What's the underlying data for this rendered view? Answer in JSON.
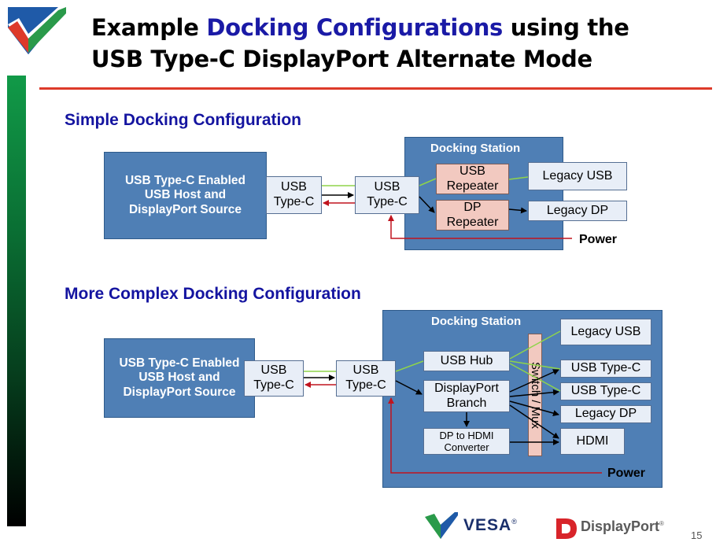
{
  "slide": {
    "title_line1_prefix": "Example ",
    "title_line1_highlight": "Docking Configurations",
    "title_line1_suffix": " using the",
    "title_line2": "USB Type-C DisplayPort Alternate Mode",
    "page_number": "15",
    "colors": {
      "accent_blue": "#1414a0",
      "box_blue": "#4f7fb5",
      "box_light": "#e8eef7",
      "box_pink": "#f2c9c0",
      "rule_red": "#dd3a2a",
      "signal_green": "#8fd44a",
      "power_red": "#c0141e"
    }
  },
  "simple": {
    "heading": "Simple Docking Configuration",
    "host": "USB Type-C Enabled\nUSB Host and\nDisplayPort Source",
    "host_port": "USB\nType-C",
    "station_label": "Docking Station",
    "station_port": "USB\nType-C",
    "usb_repeater": "USB\nRepeater",
    "dp_repeater": "DP\nRepeater",
    "legacy_usb": "Legacy USB",
    "legacy_dp": "Legacy DP",
    "power": "Power"
  },
  "complex": {
    "heading": "More Complex Docking Configuration",
    "host": "USB Type-C Enabled\nUSB Host and\nDisplayPort Source",
    "host_port": "USB\nType-C",
    "station_label": "Docking Station",
    "station_port": "USB\nType-C",
    "usb_hub": "USB Hub",
    "dp_branch": "DisplayPort\nBranch",
    "dp_to_hdmi": "DP to HDMI\nConverter",
    "switch_mux": "Switch / Mux",
    "legacy_usb": "Legacy USB",
    "usb_type_c_1": "USB Type-C",
    "usb_type_c_2": "USB Type-C",
    "legacy_dp": "Legacy DP",
    "hdmi": "HDMI",
    "power": "Power"
  },
  "footer": {
    "vesa_label": "VESA",
    "vesa_mark": "®",
    "displayport_label": "DisplayPort",
    "displayport_mark": "®"
  }
}
